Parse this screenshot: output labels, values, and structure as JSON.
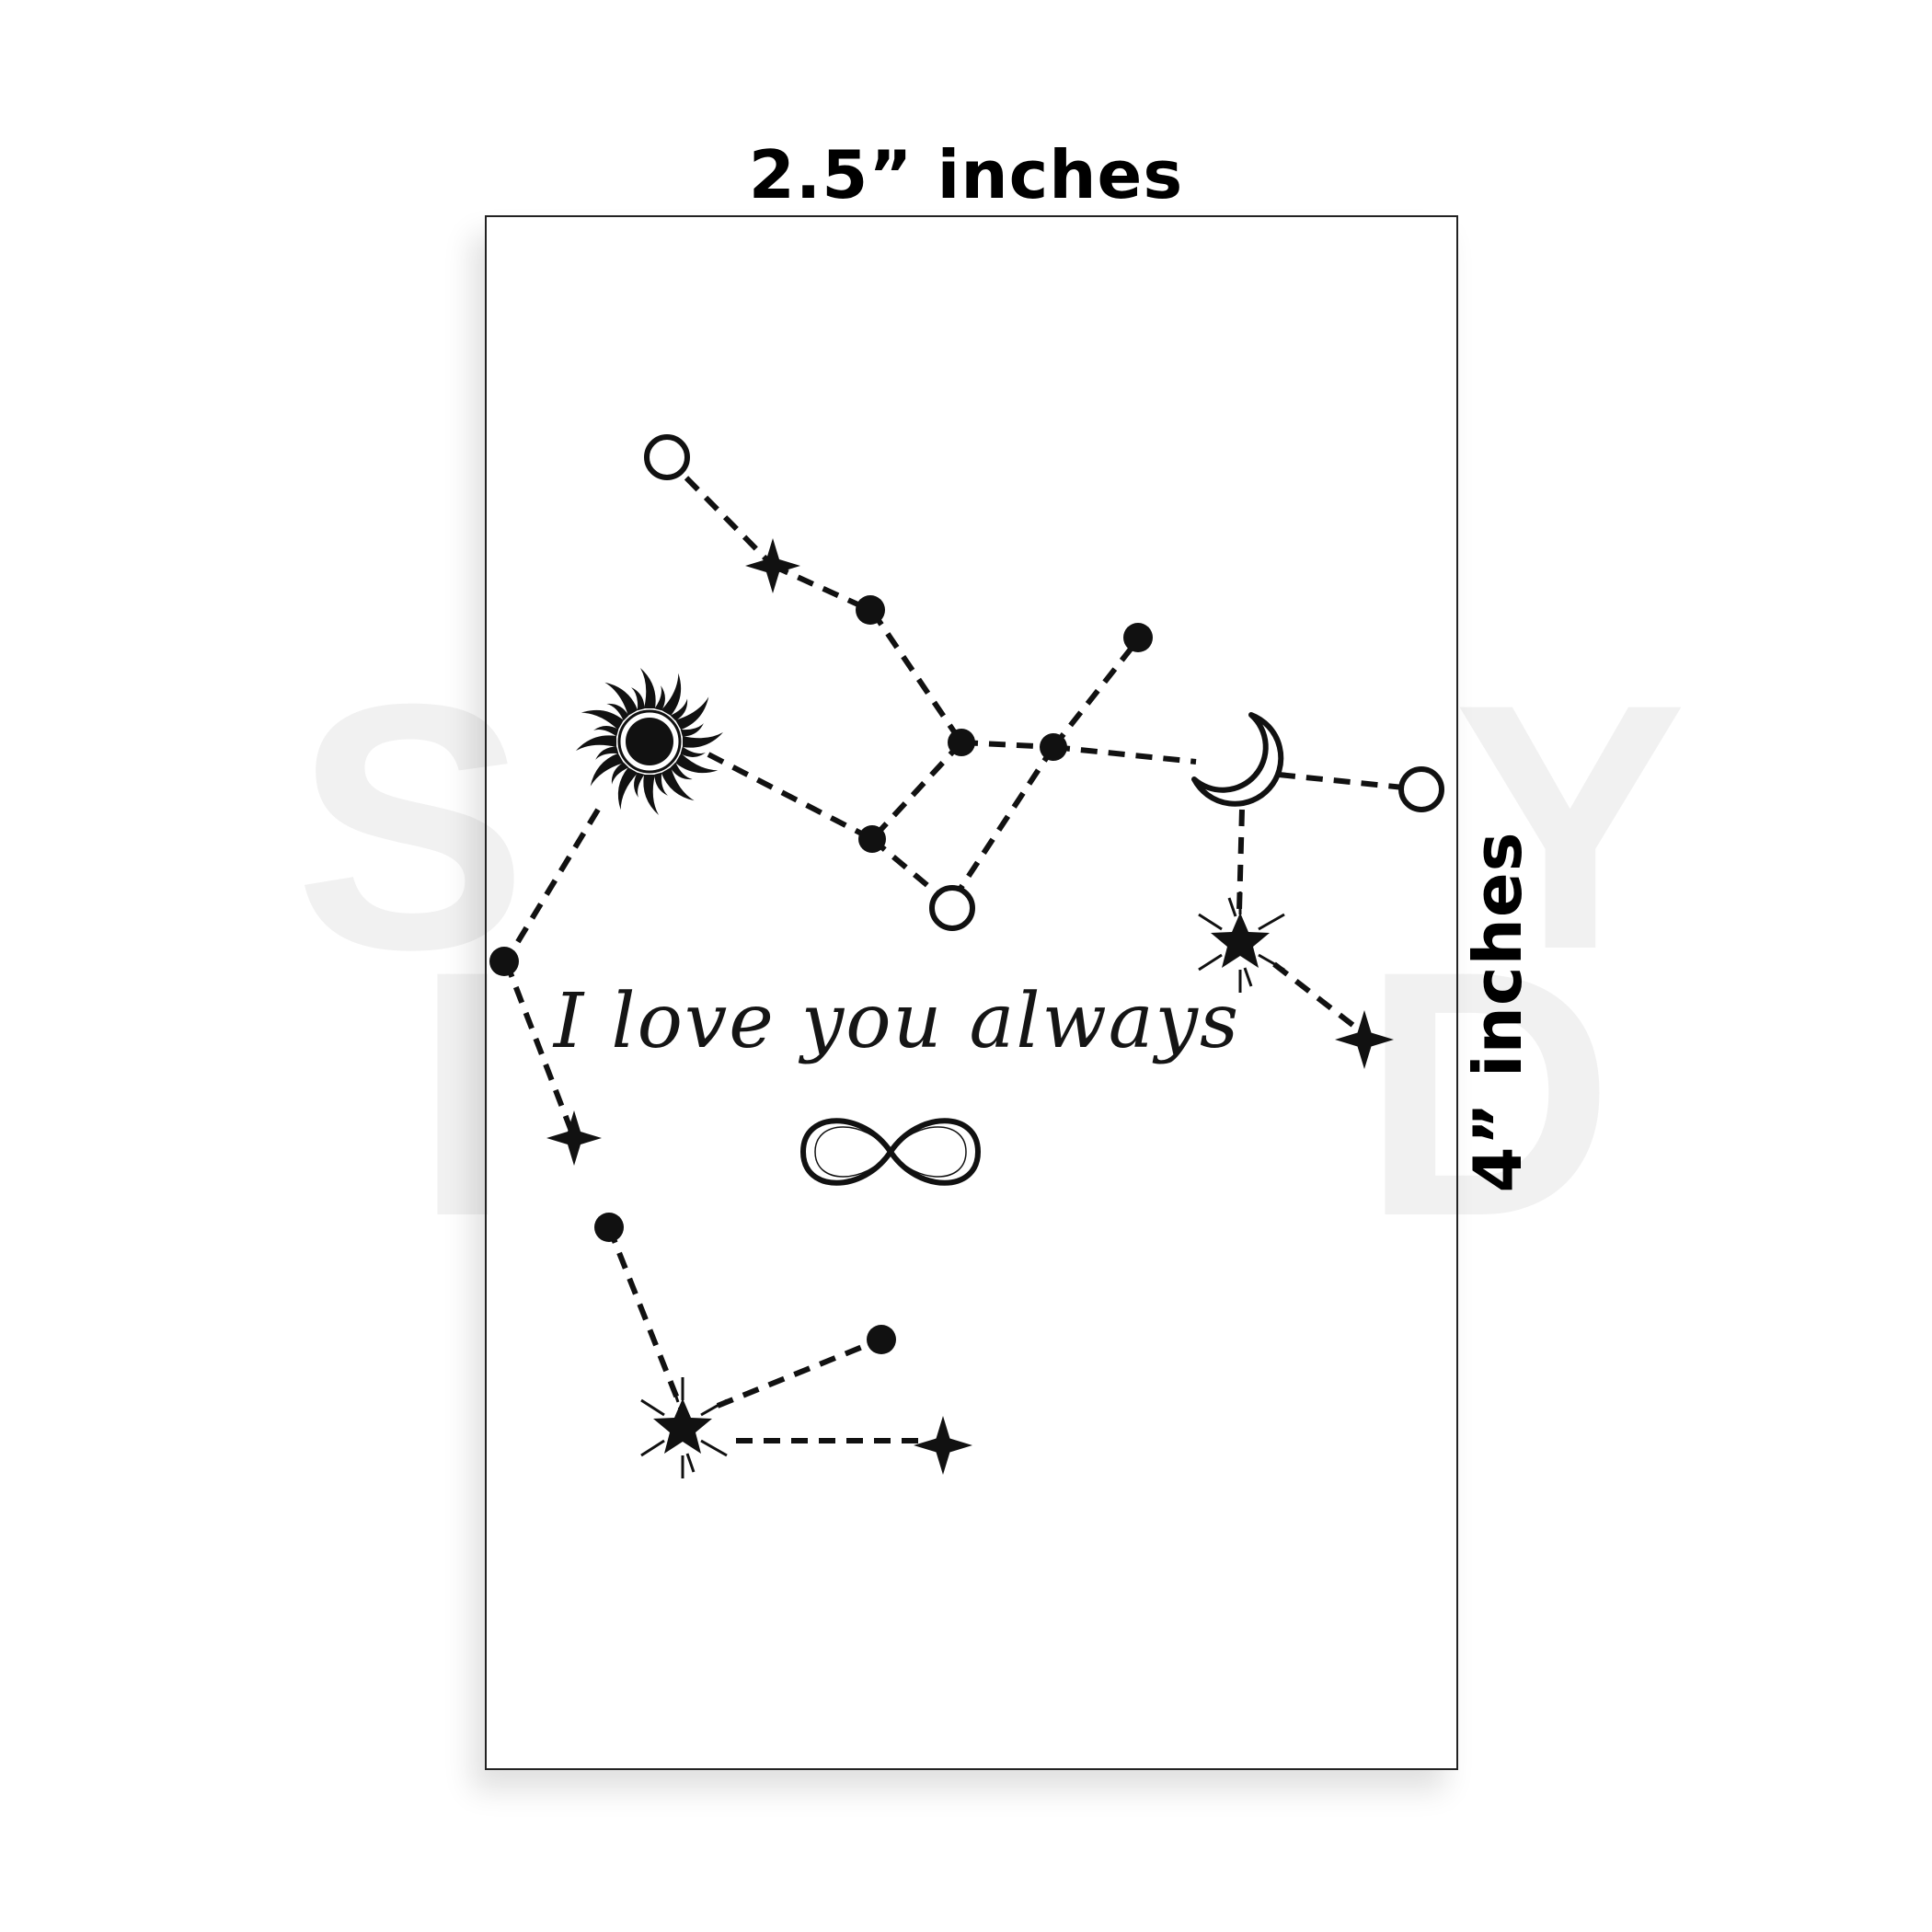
{
  "dimensions": {
    "width_label": "2.5” inches",
    "height_label": "4” inches"
  },
  "tattoo": {
    "phrase": "I love you always",
    "symbols": [
      "sun-icon",
      "moon-icon",
      "infinity-icon",
      "star-icon",
      "sparkle-star-icon"
    ]
  },
  "colors": {
    "ink": "#111111",
    "watermark": "#f1f1f1",
    "sheet_border": "#222222"
  }
}
